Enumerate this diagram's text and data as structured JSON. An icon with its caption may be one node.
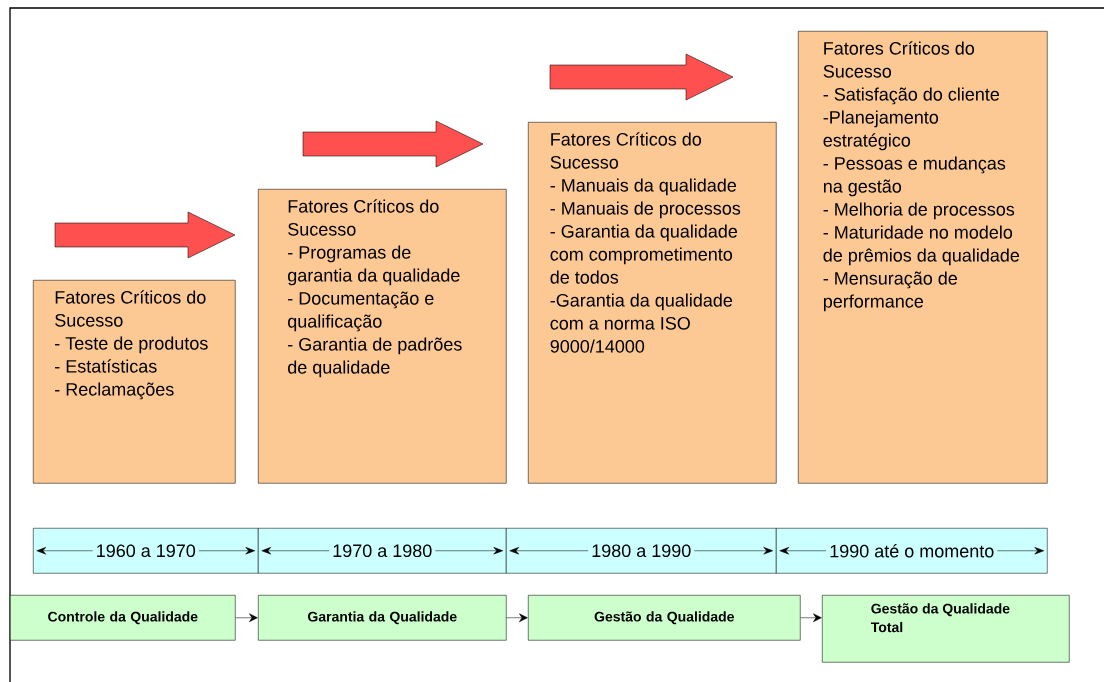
{
  "diagram": {
    "nodes": [
      {
        "text": [
          "Fatores Críticos do Sucesso",
          "- Teste de produtos",
          "- Estatísticas",
          "- Reclamações"
        ]
      },
      {
        "text": [
          "Fatores Críticos do Sucesso",
          "- Programas de garantia da qualidade",
          "- Documentação e qualificação",
          "- Garantia de padrões de qualidade"
        ]
      },
      {
        "text": [
          "Fatores Críticos do Sucesso",
          "- Manuais da qualidade",
          "- Manuais de processos",
          "- Garantia da qualidade com comprometimento de todos",
          "-Garantia da qualidade com a norma ISO 9000/14000"
        ]
      },
      {
        "text": [
          "Fatores Críticos do Sucesso",
          "- Satisfação do cliente",
          "-Planejamento estratégico",
          "- Pessoas e mudanças na gestão",
          "- Melhoria de processos",
          "- Maturidade no modelo de prêmios da qualidade",
          "- Mensuração de performance"
        ]
      },
      {
        "text": [
          "1960 a 1970"
        ]
      },
      {
        "text": [
          "1970 a 1980"
        ]
      },
      {
        "text": [
          "1980 a 1990"
        ]
      },
      {
        "text": [
          "1990 até o momento"
        ]
      },
      {
        "text": [
          "Controle da Qualidade"
        ]
      },
      {
        "text": [
          "Garantia da Qualidade"
        ]
      },
      {
        "text": [
          "Gestão da Qualidade"
        ]
      },
      {
        "text": [
          "Gestão da Qualidade Total"
        ]
      }
    ],
    "edges": [
      {
        "from": 0,
        "to": 1,
        "arrow": "to",
        "style": "thick",
        "color": "#ff5050"
      },
      {
        "from": 1,
        "to": 2,
        "arrow": "to",
        "style": "thick",
        "color": "#ff5050"
      },
      {
        "from": 2,
        "to": 3,
        "arrow": "to",
        "style": "thick",
        "color": "#ff5050"
      },
      {
        "from": 8,
        "to": 9,
        "arrow": "to"
      },
      {
        "from": 9,
        "to": 10,
        "arrow": "to"
      },
      {
        "from": 10,
        "to": 11,
        "arrow": "to"
      }
    ]
  }
}
